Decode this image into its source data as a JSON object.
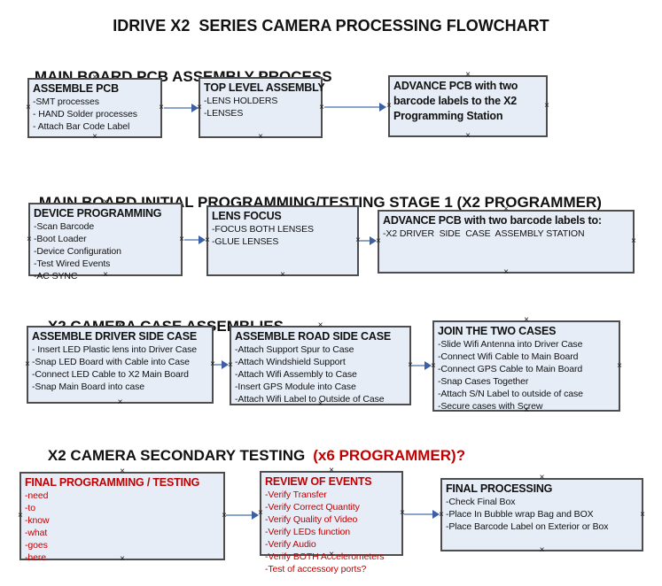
{
  "title": "IDRIVE X2  SERIES CAMERA PROCESSING FLOWCHART",
  "icons": {
    "connector_handle": "×",
    "arrow_right": "→"
  },
  "colors": {
    "box_fill": "#e7edf7",
    "box_border": "#4d4d4d",
    "red_text": "#c00000",
    "arrow_line": "#8aa5c8",
    "arrow_head": "#3c5fa6"
  },
  "sections": [
    {
      "header": {
        "text": "MAIN BOARD PCB ASSEMBLY PROCESS",
        "red_suffix": ""
      },
      "boxes": [
        {
          "title": "ASSEMBLE PCB",
          "items": [
            "-SMT processes",
            "- HAND Solder processes",
            "- Attach Bar Code Label"
          ]
        },
        {
          "title": "TOP LEVEL ASSEMBLY",
          "items": [
            "-LENS HOLDERS",
            "-LENSES"
          ]
        },
        {
          "title": "ADVANCE PCB with two barcode labels to the  X2 Programming Station",
          "items": []
        }
      ]
    },
    {
      "header": {
        "text": "MAIN BOARD INITIAL PROGRAMMING/TESTING STAGE 1 (X2 PROGRAMMER)",
        "red_suffix": ""
      },
      "boxes": [
        {
          "title": "DEVICE PROGRAMMING",
          "items": [
            "-Scan Barcode",
            "-Boot Loader",
            "-Device Configuration",
            "-Test Wired Events",
            "-AC SYNC"
          ]
        },
        {
          "title": "LENS FOCUS",
          "items": [
            "-FOCUS BOTH LENSES",
            "-GLUE LENSES"
          ]
        },
        {
          "title": "ADVANCE PCB with two barcode labels to:",
          "items": [
            "-X2 DRIVER  SIDE  CASE  ASSEMBLY STATION"
          ]
        }
      ]
    },
    {
      "header": {
        "text": "X2 CAMERA CASE ASSEMBLIES",
        "red_suffix": ""
      },
      "boxes": [
        {
          "title": "ASSEMBLE DRIVER SIDE CASE",
          "items": [
            "- Insert LED Plastic lens into Driver Case",
            "-Snap LED Board with Cable into Case",
            "-Connect LED Cable to X2 Main Board",
            "-Snap Main Board into case"
          ]
        },
        {
          "title": "ASSEMBLE ROAD SIDE CASE",
          "items": [
            "-Attach Support Spur to Case",
            "-Attach Windshield Support",
            "-Attach Wifi Assembly to Case",
            "-Insert GPS Module into Case",
            "-Attach Wifi Label to Outside of Case"
          ]
        },
        {
          "title": "JOIN THE TWO CASES",
          "items": [
            "-Slide Wifi Antenna into Driver Case",
            "-Connect Wifi Cable to Main Board",
            "-Connect GPS Cable to Main Board",
            "-Snap Cases Together",
            "-Attach S/N Label to outside of case",
            "-Secure cases with Screw"
          ]
        }
      ]
    },
    {
      "header": {
        "text": "X2 CAMERA SECONDARY TESTING",
        "red_suffix": "(x6 PROGRAMMER)?"
      },
      "boxes": [
        {
          "title": "FINAL PROGRAMMING / TESTING",
          "items": [
            "-need",
            "-to",
            "-know",
            "-what",
            "-goes",
            "-here"
          ]
        },
        {
          "title": "REVIEW OF EVENTS",
          "items": [
            "-Verify Transfer",
            "-Verify Correct Quantity",
            "-Verify Quality of Video",
            "-Verify LEDs function",
            "-Verify Audio",
            "-Verify BOTH Accelerometers",
            "-Test of accessory ports?"
          ]
        },
        {
          "title": "FINAL PROCESSING",
          "items": [
            "-Check Final Box",
            "-Place In Bubble wrap Bag and BOX",
            "-Place Barcode Label on Exterior or Box"
          ]
        }
      ]
    }
  ]
}
